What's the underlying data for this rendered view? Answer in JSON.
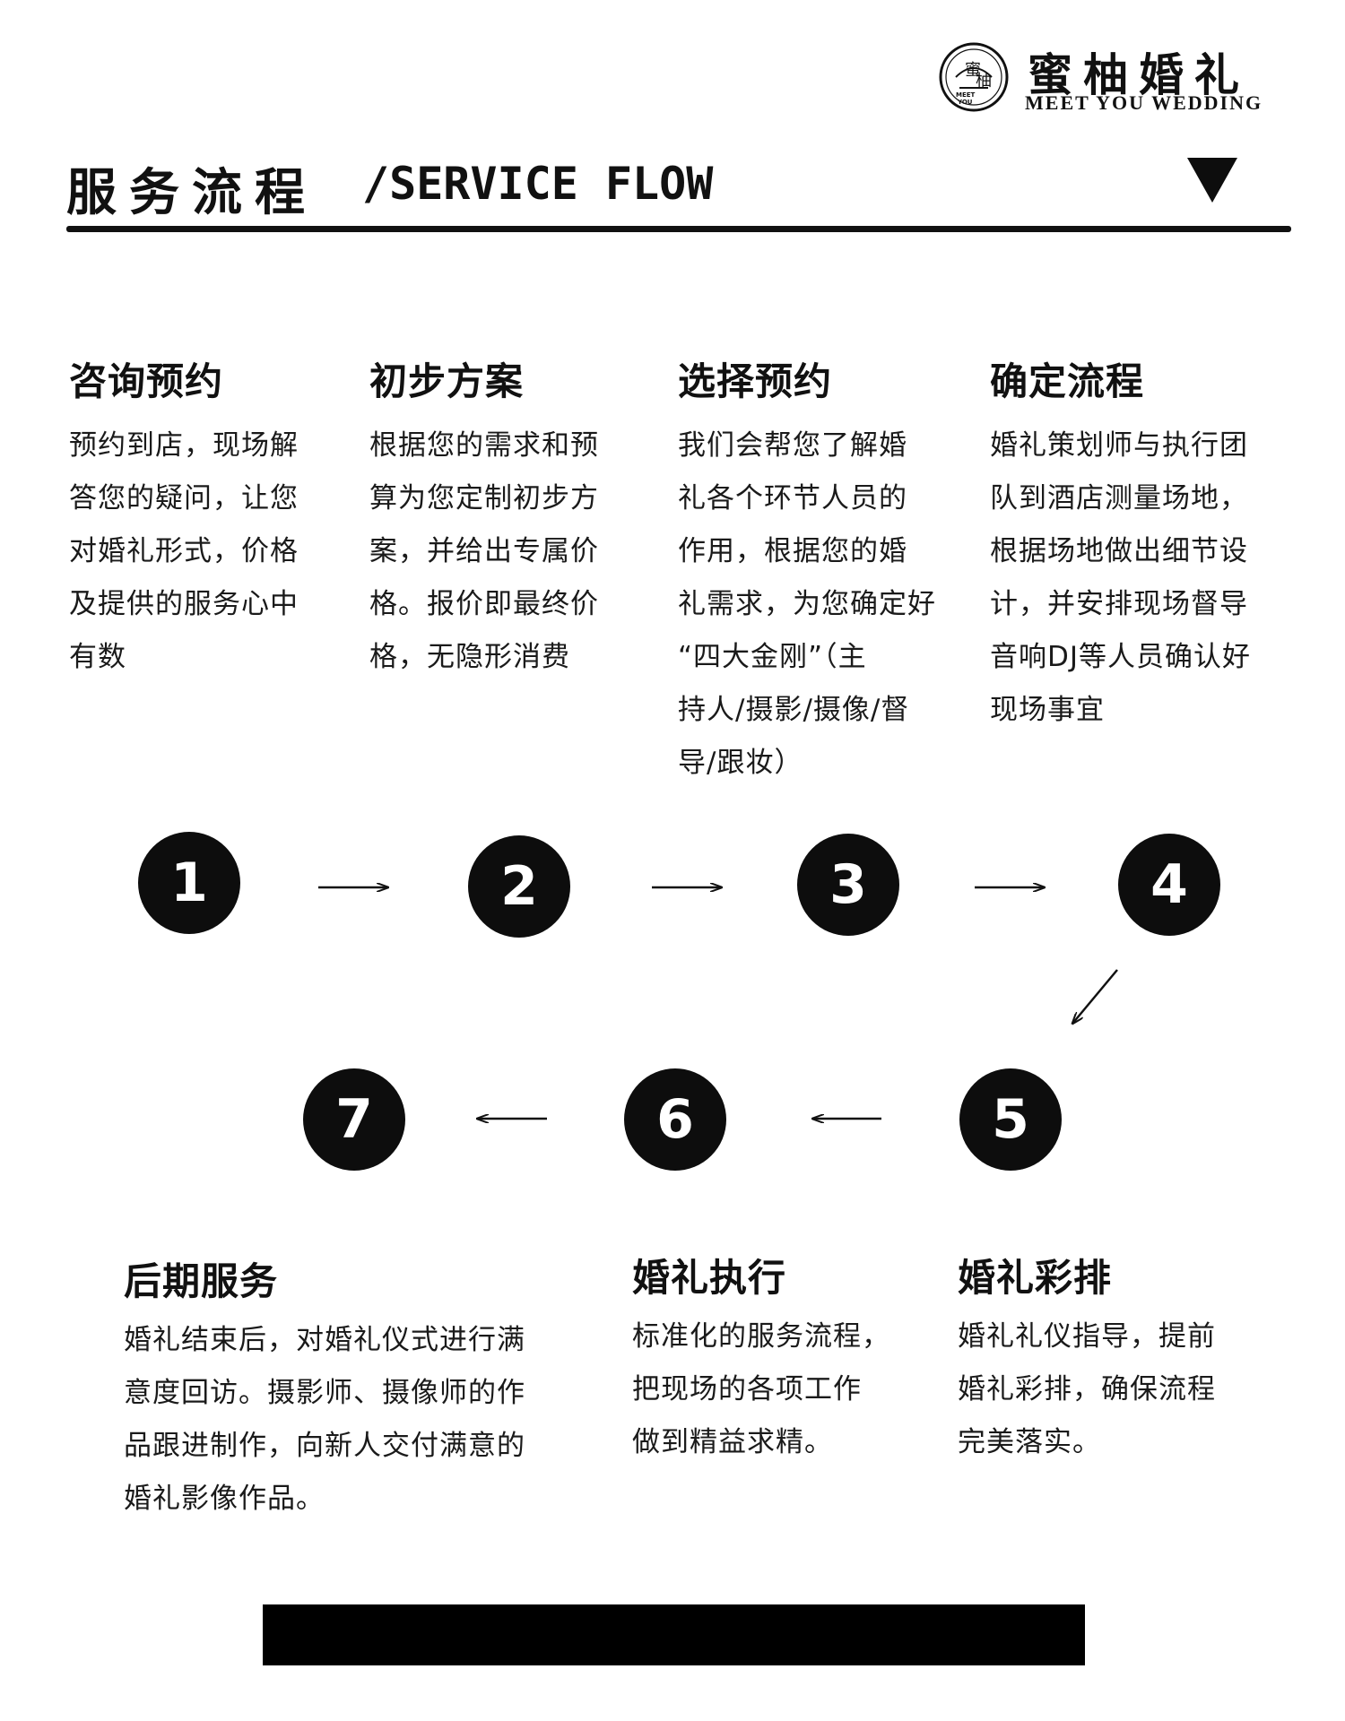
{
  "brand": {
    "name_cn": "蜜柚婚礼",
    "name_en": "MEET YOU WEDDING",
    "seal_text_cn": "蜜柚",
    "seal_text_en": "MEET YOU"
  },
  "header": {
    "title_cn": "服务流程",
    "title_en": "/SERVICE FLOW"
  },
  "steps": [
    {
      "number": "1",
      "title": "咨询预约",
      "desc": "预约到店，现场解\n答您的疑问，让您\n对婚礼形式，价格\n及提供的服务心中\n有数"
    },
    {
      "number": "2",
      "title": "初步方案",
      "desc": "根据您的需求和预\n算为您定制初步方\n案，并给出专属价\n格。报价即最终价\n格，无隐形消费"
    },
    {
      "number": "3",
      "title": "选择预约",
      "desc": "我们会帮您了解婚\n礼各个环节人员的\n作用，根据您的婚\n礼需求，为您确定好\n“四大金刚”（主\n持人/摄影/摄像/督\n导/跟妆）"
    },
    {
      "number": "4",
      "title": "确定流程",
      "desc": "婚礼策划师与执行团\n队到酒店测量场地，\n根据场地做出细节设\n计，并安排现场督导\n音响DJ等人员确认好\n现场事宜"
    },
    {
      "number": "5",
      "title": "婚礼彩排",
      "desc": "婚礼礼仪指导，提前\n婚礼彩排，确保流程\n完美落实。"
    },
    {
      "number": "6",
      "title": "婚礼执行",
      "desc": "标准化的服务流程，\n把现场的各项工作\n做到精益求精。"
    },
    {
      "number": "7",
      "title": "后期服务",
      "desc": "婚礼结束后，对婚礼仪式进行满\n意度回访。摄影师、摄像师的作\n品跟进制作，向新人交付满意的\n婚礼影像作品。"
    }
  ]
}
